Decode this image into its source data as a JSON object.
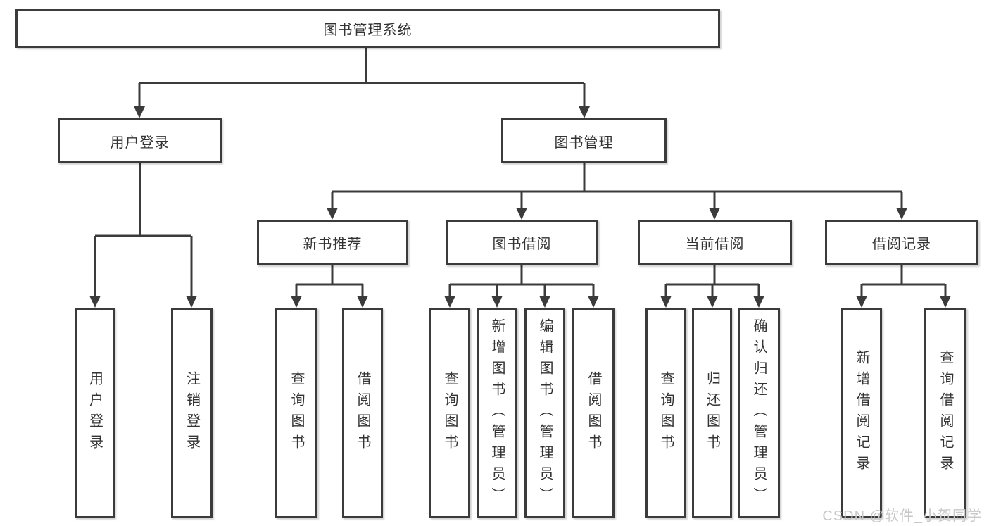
{
  "diagram": {
    "root": {
      "label": "图书管理系统"
    },
    "branches": [
      {
        "label": "用户登录",
        "children": [
          {
            "label": "用户登录"
          },
          {
            "label": "注销登录"
          }
        ]
      },
      {
        "label": "图书管理",
        "children": [
          {
            "label": "新书推荐",
            "children": [
              {
                "label": "查询图书"
              },
              {
                "label": "借阅图书"
              }
            ]
          },
          {
            "label": "图书借阅",
            "children": [
              {
                "label": "查询图书"
              },
              {
                "label": "新增图书（管理员）"
              },
              {
                "label": "编辑图书（管理员）"
              },
              {
                "label": "借阅图书"
              }
            ]
          },
          {
            "label": "当前借阅",
            "children": [
              {
                "label": "查询图书"
              },
              {
                "label": "归还图书"
              },
              {
                "label": "确认归还（管理员）"
              }
            ]
          },
          {
            "label": "借阅记录",
            "children": [
              {
                "label": "新增借阅记录"
              },
              {
                "label": "查询借阅记录"
              }
            ]
          }
        ]
      }
    ]
  },
  "watermark": {
    "text": "CSDN @软件_小贺同学"
  },
  "colors": {
    "line": "#3b3b3b",
    "text": "#333333",
    "box_background": "#ffffff",
    "watermark": "#c8c8c8",
    "page_background": "#ffffff"
  }
}
